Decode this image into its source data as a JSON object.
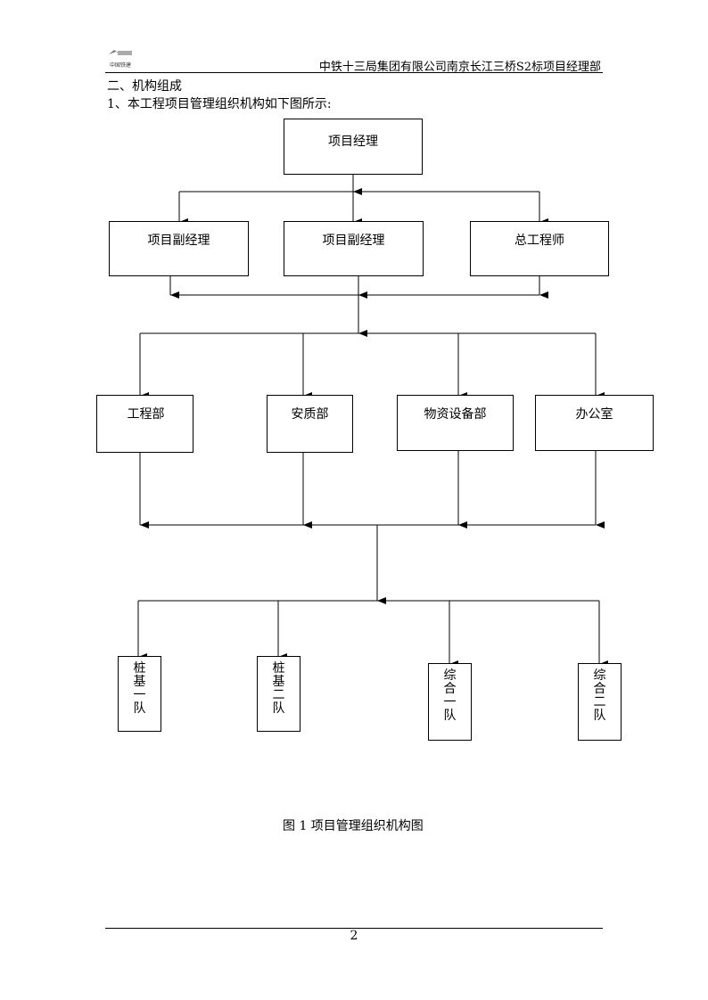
{
  "header": {
    "logo_text": "中国铁建",
    "title": "中铁十三局集团有限公司南京长江三桥S2标项目经理部"
  },
  "section": {
    "heading": "二、机构组成",
    "intro": "1、本工程项目管理组织机构如下图所示:"
  },
  "org_chart": {
    "top": "项目经理",
    "level2": [
      "项目副经理",
      "项目副经理",
      "总工程师"
    ],
    "level3": [
      "工程部",
      "安质部",
      "物资设备部",
      "办公室"
    ],
    "level4": [
      "桩基一队",
      "桩基二队",
      "综合一队",
      "综合二队"
    ]
  },
  "caption": "图 1  项目管理组织机构图",
  "footer": {
    "page_number": "2"
  }
}
